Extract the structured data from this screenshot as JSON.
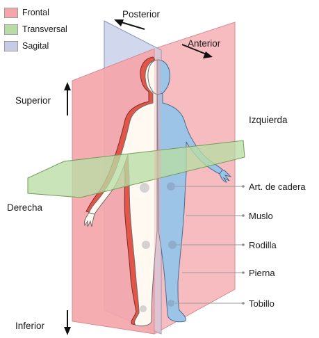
{
  "legend": [
    {
      "label": "Frontal",
      "color": "#f4a6aa"
    },
    {
      "label": "Transversal",
      "color": "#b8dca4"
    },
    {
      "label": "Sagital",
      "color": "#c6cce6"
    }
  ],
  "directions": {
    "posterior": "Posterior",
    "anterior": "Anterior",
    "superior": "Superior",
    "inferior": "Inferior",
    "izquierda": "Izquierda",
    "derecha": "Derecha"
  },
  "body_parts": {
    "cadera": "Art. de cadera",
    "muslo": "Muslo",
    "rodilla": "Rodilla",
    "pierna": "Pierna",
    "tobillo": "Tobillo"
  }
}
